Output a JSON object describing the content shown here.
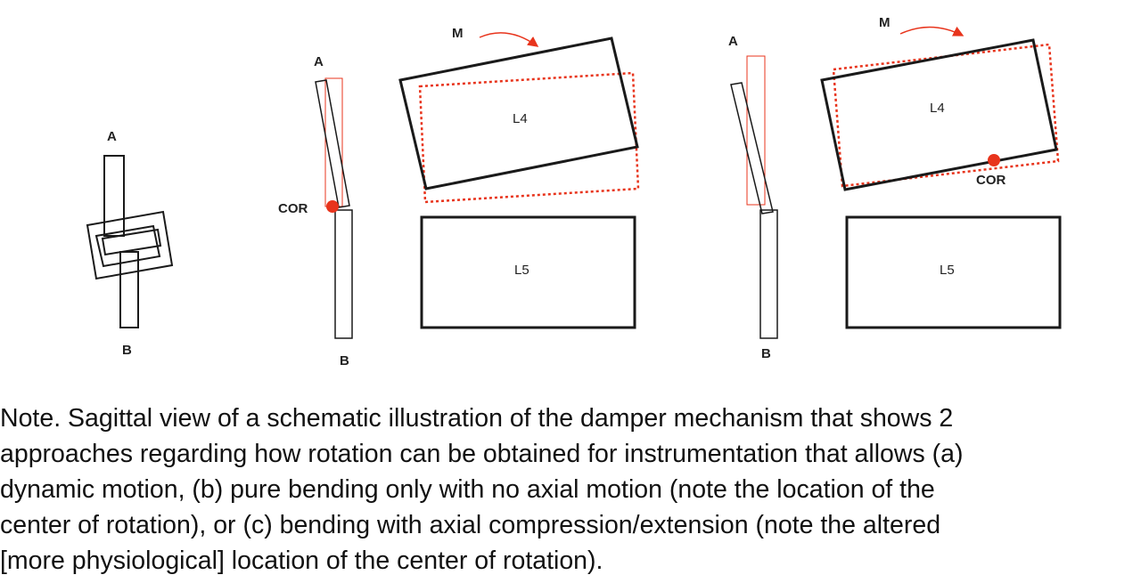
{
  "colors": {
    "outline": "#1a1a1a",
    "highlight": "#e8341c"
  },
  "panel_a": {
    "label_top": "A",
    "label_bottom": "B"
  },
  "panel_b": {
    "label_top": "A",
    "label_bottom": "B",
    "cor": "COR",
    "moment": "M",
    "upper_block": "L4",
    "lower_block": "L5"
  },
  "panel_c": {
    "label_top": "A",
    "label_bottom": "B",
    "cor": "COR",
    "moment": "M",
    "upper_block": "L4",
    "lower_block": "L5"
  },
  "caption": {
    "lines": [
      "Note. Sagittal view of a schematic illustration of the damper mechanism that shows 2",
      "approaches regarding how rotation can be obtained for instrumentation that allows (a)",
      "dynamic motion, (b) pure bending only with no axial motion (note the location of the",
      "center of rotation), or (c) bending with axial compression/extension (note the altered",
      "[more physiological] location of the center of rotation)."
    ]
  }
}
